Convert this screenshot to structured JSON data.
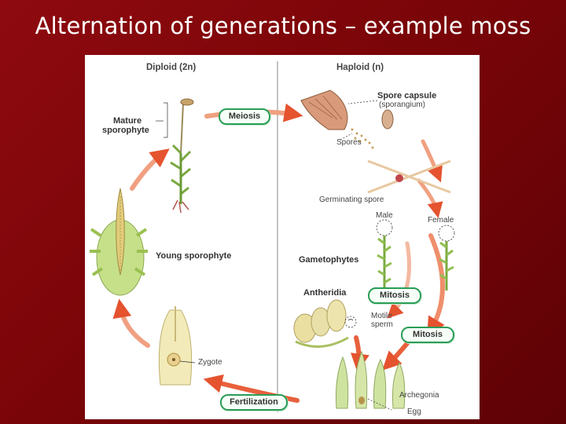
{
  "slide_title": "Alternation of generations – example moss",
  "headers": {
    "diploid": "Diploid (2n)",
    "haploid": "Haploid (n)"
  },
  "labels": {
    "spore_capsule": "Spore capsule",
    "sporangium": "(sporangium)",
    "spores": "Spores",
    "germinating_spore": "Germinating spore",
    "male": "Male",
    "female": "Female",
    "gametophytes": "Gametophytes",
    "antheridia": "Antheridia",
    "motile_sperm_1": "Motile",
    "motile_sperm_2": "sperm",
    "archegonia": "Archegonia",
    "egg": "Egg",
    "zygote": "Zygote",
    "young_sporophyte": "Young sporophyte",
    "mature_sporophyte_1": "Mature",
    "mature_sporophyte_2": "sporophyte"
  },
  "pills": {
    "meiosis": "Meiosis",
    "mitosis_1": "Mitosis",
    "mitosis_2": "Mitosis",
    "fertilization": "Fertilization"
  },
  "colors": {
    "background": "#7a0508",
    "arrow": "#e8603c",
    "pill_border": "#2a9d56",
    "plant_green": "#8cbf4a"
  }
}
